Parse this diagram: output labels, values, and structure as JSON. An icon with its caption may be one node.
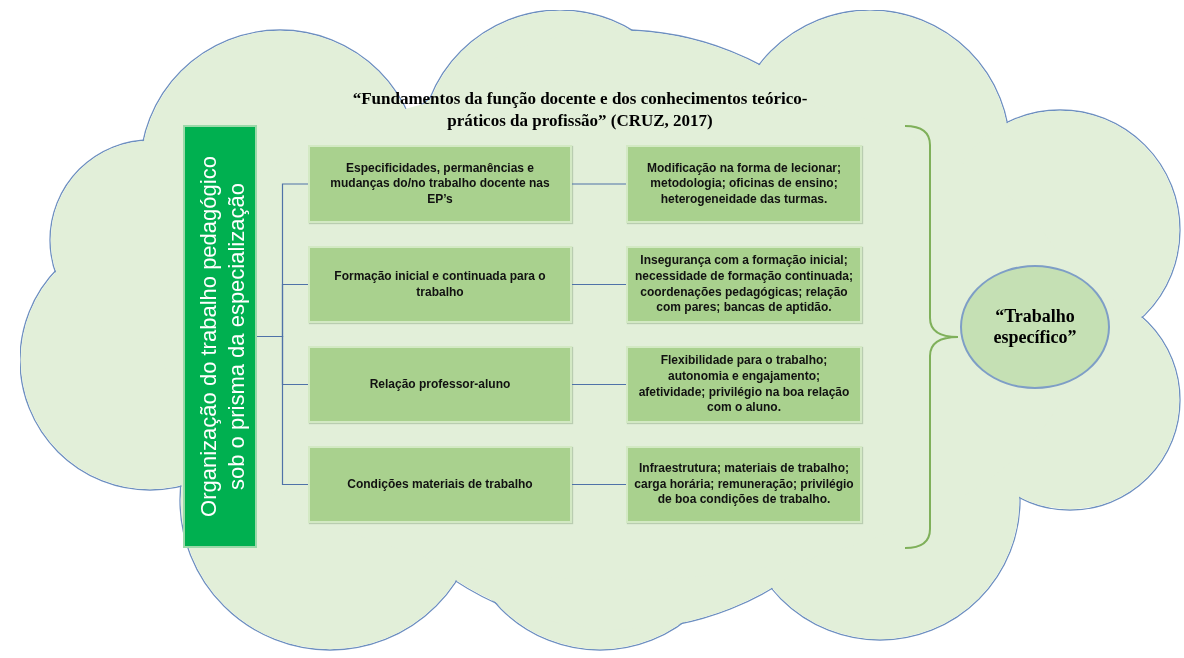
{
  "diagram": {
    "nodes": [
      {
        "text": [
          "“Fundamentos da função docente e dos conhecimentos teórico-práticos da profissão” (CRUZ, 2017)"
        ]
      },
      {
        "text": [
          "Organização do trabalho pedagógico sob o prisma da especialização"
        ],
        "in": 0
      },
      {
        "text": [
          "Especificidades, permanências e mudanças do/no trabalho docente nas EP’s"
        ],
        "in": 0
      },
      {
        "text": [
          "Formação inicial e continuada para o trabalho"
        ],
        "in": 0
      },
      {
        "text": [
          "Relação professor-aluno"
        ],
        "in": 0
      },
      {
        "text": [
          "Condições materiais de trabalho"
        ],
        "in": 0
      },
      {
        "text": [
          "Modificação na forma de lecionar; metodologia; oficinas de ensino; heterogeneidade das turmas."
        ],
        "in": 0
      },
      {
        "text": [
          "Insegurança com a formação inicial; necessidade de formação continuada; coordenações pedagógicas; relação com pares; bancas de aptidão."
        ],
        "in": 0
      },
      {
        "text": [
          "Flexibilidade para o trabalho; autonomia e engajamento; afetividade;  privilégio na boa relação com o aluno."
        ],
        "in": 0
      },
      {
        "text": [
          "Infraestrutura; materiais de trabalho; carga horária; remuneração; privilégio de boa condições de trabalho."
        ],
        "in": 0
      },
      {
        "text": [
          "“Trabalho específico”"
        ],
        "in": 0
      }
    ],
    "edges": [
      {
        "from": 1,
        "to": 2,
        "arrow": "none"
      },
      {
        "from": 1,
        "to": 3,
        "arrow": "none"
      },
      {
        "from": 1,
        "to": 4,
        "arrow": "none"
      },
      {
        "from": 1,
        "to": 5,
        "arrow": "none"
      },
      {
        "from": 2,
        "to": 6,
        "arrow": "none"
      },
      {
        "from": 3,
        "to": 7,
        "arrow": "none"
      },
      {
        "from": 4,
        "to": 8,
        "arrow": "none"
      },
      {
        "from": 5,
        "to": 9,
        "arrow": "none"
      }
    ]
  }
}
